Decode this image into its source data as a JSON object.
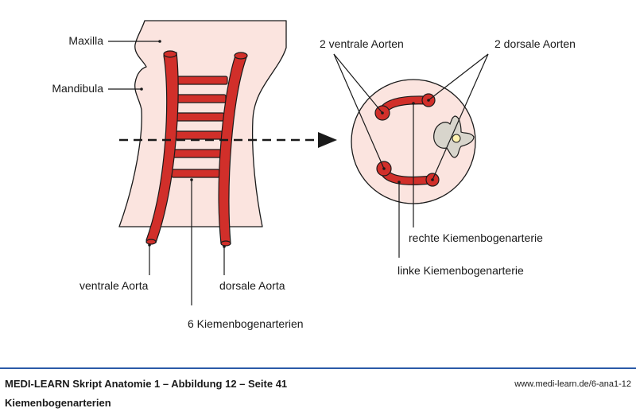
{
  "labels": {
    "maxilla": "Maxilla",
    "mandibula": "Mandibula",
    "ventrale_aorta": "ventrale Aorta",
    "dorsale_aorta": "dorsale Aorta",
    "kiemenbogenarterien": "6 Kiemenbogenarterien",
    "ventrale_aorten": "2 ventrale Aorten",
    "dorsale_aorten": "2 dorsale Aorten",
    "rechte": "rechte Kiemenbogenarterie",
    "linke": "linke Kiemenbogenarterie"
  },
  "footer": {
    "title": "MEDI-LEARN Skript Anatomie 1 – Abbildung 12 – Seite 41",
    "url": "www.medi-learn.de/6-ana1-12",
    "caption": "Kiemenbogenarterien"
  },
  "colors": {
    "tissue": "#fbe4df",
    "vessel": "#d12f2a",
    "outline": "#1a1a1a",
    "vertebra": "#d8d5cc",
    "footer_rule": "#2a5aa8"
  }
}
